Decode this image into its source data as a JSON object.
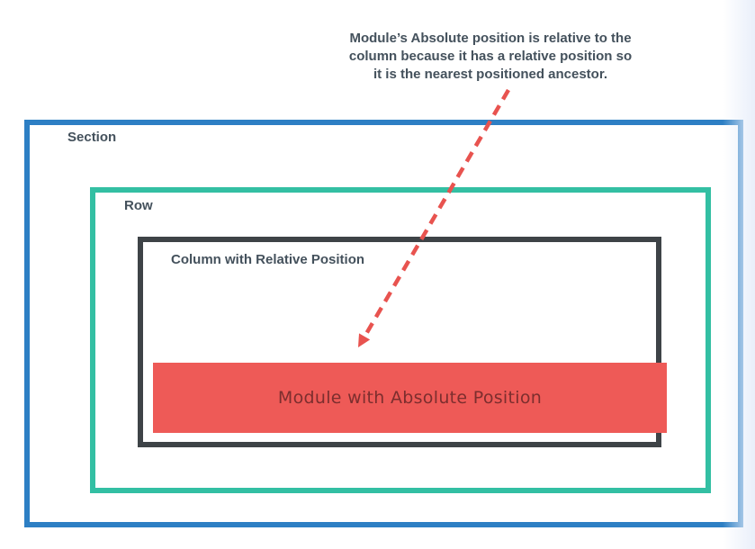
{
  "annotation": {
    "lines": [
      "Module’s Absolute position is relative to the",
      "column because it has a relative position so",
      "it is the nearest positioned ancestor."
    ],
    "text_color": "#44515c"
  },
  "boxes": {
    "section": {
      "label": "Section",
      "border_color": "#2d7fc4"
    },
    "row": {
      "label": "Row",
      "border_color": "#33bfa3"
    },
    "column": {
      "label": "Column with Relative Position",
      "border_color": "#3e4347"
    },
    "module": {
      "label": "Module with Absolute Position",
      "bg_color": "#ee5a57",
      "text_color": "#7c2e2e"
    }
  },
  "arrow": {
    "color": "#e8534f",
    "style": "dashed",
    "from": "annotation text",
    "to": "module box"
  },
  "background": {
    "page": "#ffffff",
    "right_edge_tint": "#e9effa"
  }
}
